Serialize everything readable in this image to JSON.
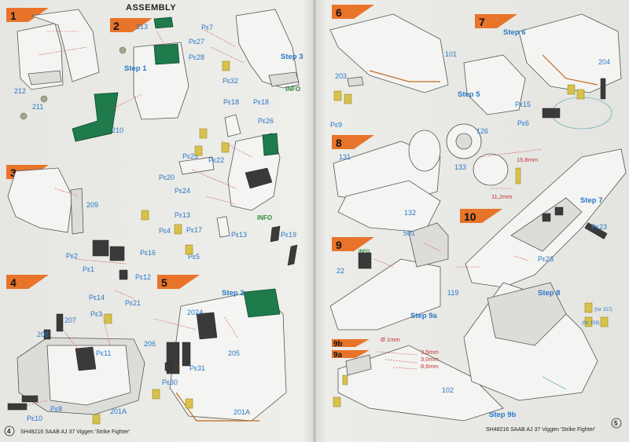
{
  "header": {
    "title": "ASSEMBLY"
  },
  "colors": {
    "step_banner": "#e8742a",
    "label_blue": "#2a79c8",
    "info_green": "#2e8a3a",
    "seat_green": "#1f7a4c",
    "yellow_mark": "#d8c24a"
  },
  "steps": [
    "1",
    "2",
    "3",
    "4",
    "5",
    "6",
    "7",
    "8",
    "9",
    "9a",
    "9b",
    "10"
  ],
  "step_refs": {
    "s1": "Step 1",
    "s2": "Step 2",
    "s3": "Step 3",
    "s5": "Step 5",
    "s6": "Step 6",
    "s7": "Step 7",
    "s8": "Step 8",
    "s9a": "Step 9a",
    "s9b": "Step 9b"
  },
  "info": "INFO",
  "parts": {
    "p212": "212",
    "p211": "211",
    "p213": "213",
    "p210": "210",
    "p209": "209",
    "p207": "207",
    "p208": "208",
    "p201A": "201A",
    "p202A": "202A",
    "p205": "205",
    "p206": "206",
    "p101": "101",
    "p203": "203",
    "p204": "204",
    "p126": "126",
    "p131": "131",
    "p132": "132",
    "p133": "133",
    "p501": "501",
    "p22": "22",
    "p119": "119",
    "p102": "102"
  },
  "pe": {
    "pe7": "Pε7",
    "pe27": "Pε27",
    "pe28": "Pε28",
    "pe32": "Pε32",
    "pe18a": "Pε18",
    "pe18b": "Pε18",
    "pe26": "Pε26",
    "pe25": "Pε25",
    "pe22": "Pε22",
    "pe20": "Pε20",
    "pe24": "Pε24",
    "pe13a": "Pε13",
    "pe13b": "Pε13",
    "pe4": "Pε4",
    "pe17": "Pε17",
    "pe5": "Pε5",
    "pe19": "Pε19",
    "pe2": "Pε2",
    "pe16": "Pε16",
    "pe1": "Pε1",
    "pe12": "Pε12",
    "pe14": "Pε14",
    "pe21": "Pε21",
    "pe3": "Pε3",
    "pe11": "Pε11",
    "pe10": "Pε10",
    "pe8": "Pε8",
    "pe30": "Pε30",
    "pe31": "Pε31",
    "pe9": "Pε9",
    "pe15": "Pε15",
    "pe6": "Pε6",
    "pe23a": "Pε23",
    "pe23b": "Pε23"
  },
  "dimensions": {
    "d158": "15,8mm",
    "d112": "11,2mm",
    "d1mm": "Ø 1mm",
    "d35": "3,5mm",
    "d30": "3,0mm",
    "d86": "8,6mm"
  },
  "variants": {
    "v157": "(for 157)",
    "v158": "(for 158)"
  },
  "footer": {
    "left_page": "4",
    "left_text": "SH48216  SAAB AJ 37 Viggen 'Strike Fighter'",
    "right_text": "SH48216  SAAB AJ 37 Viggen 'Strike Fighter'",
    "right_page": "5"
  }
}
